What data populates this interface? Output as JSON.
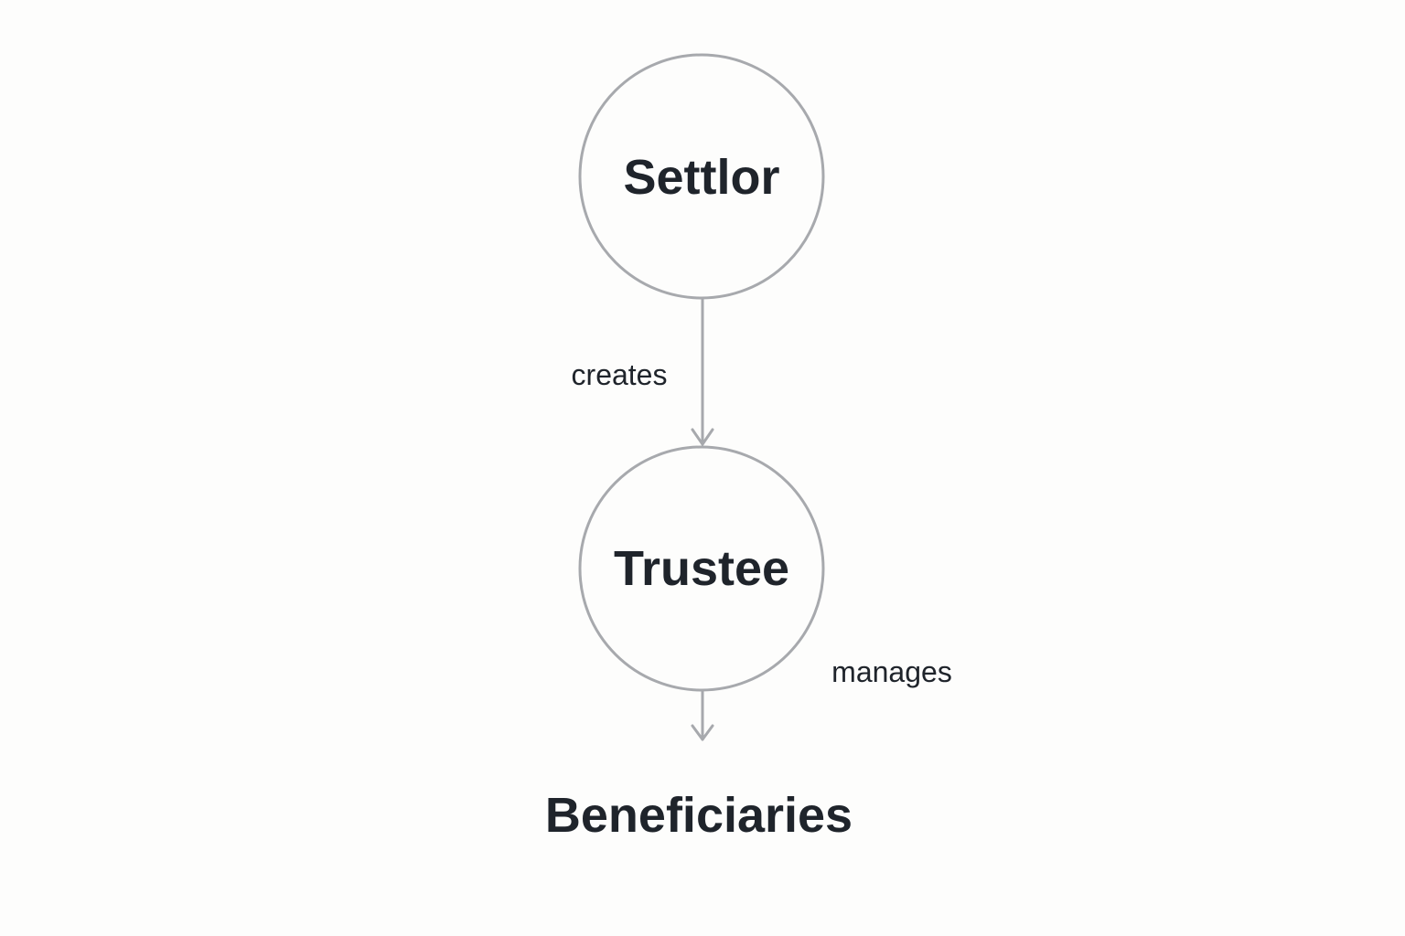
{
  "diagram": {
    "nodes": {
      "settlor": {
        "label": "Settlor"
      },
      "trustee": {
        "label": "Trustee"
      },
      "beneficiaries": {
        "label": "Beneficiaries"
      }
    },
    "edges": {
      "creates": {
        "from": "settlor",
        "to": "trustee",
        "label": "creates"
      },
      "manages": {
        "from": "trustee",
        "to": "beneficiaries",
        "label": "manages"
      }
    }
  },
  "colors": {
    "background": "#fdfdfc",
    "stroke": "#a7a9ad",
    "text": "#1f242b"
  }
}
